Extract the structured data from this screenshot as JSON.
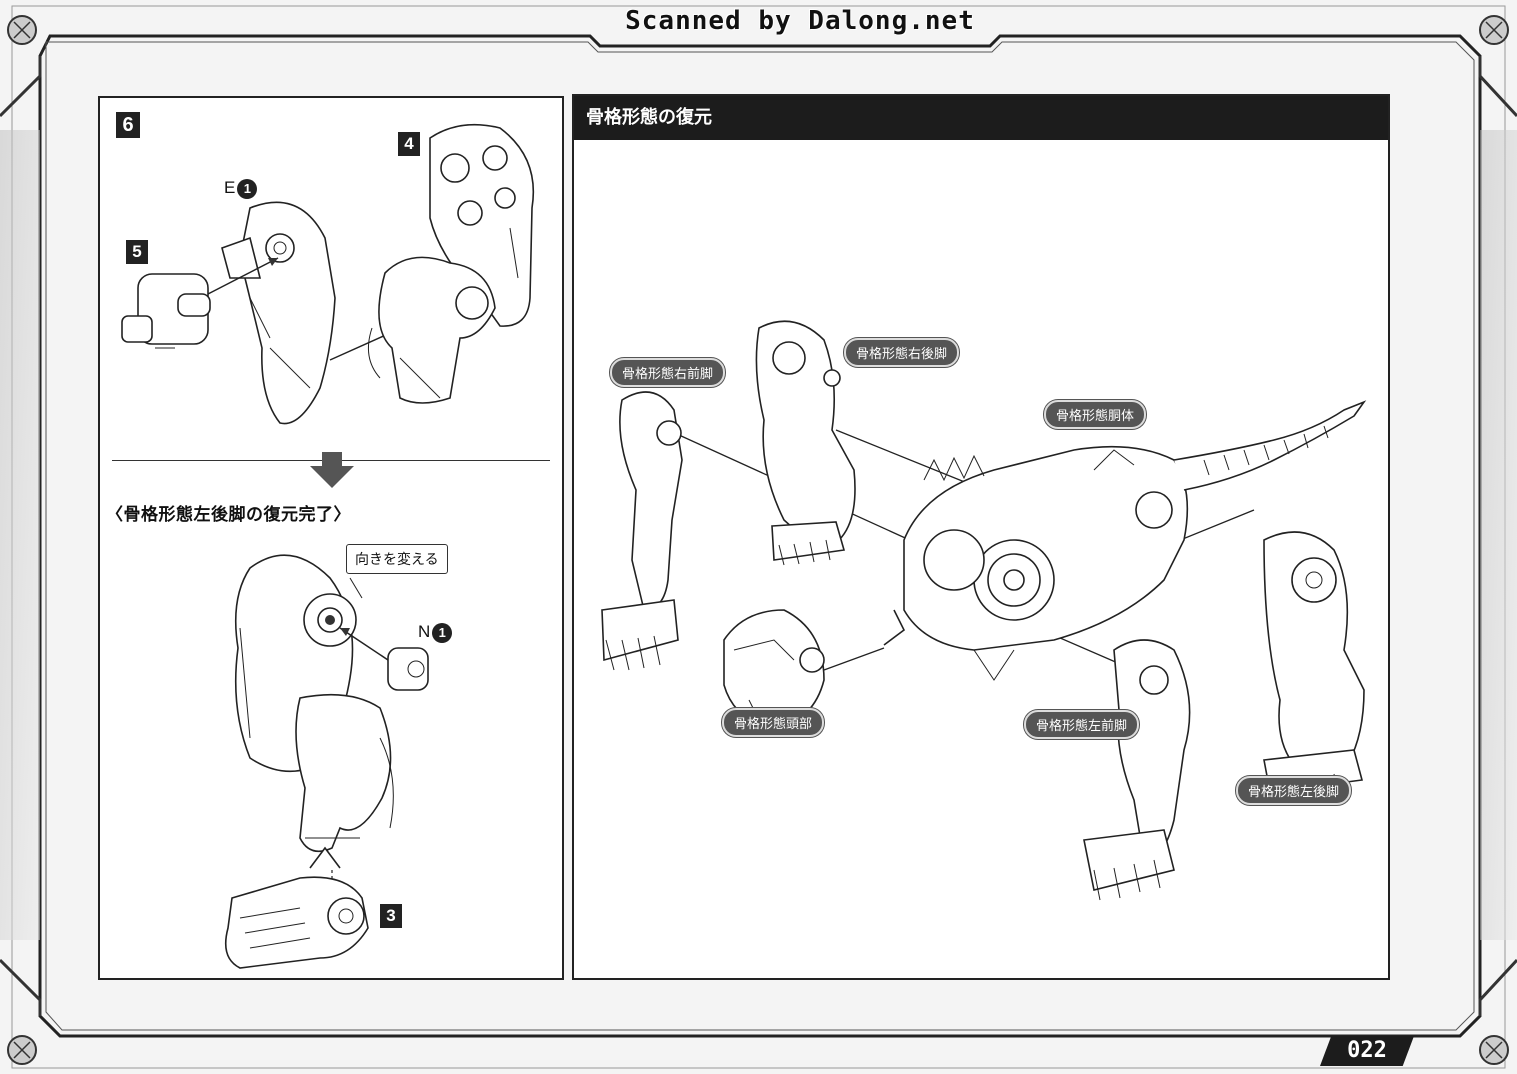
{
  "watermark": "Scanned by Dalong.net",
  "page_number": "022",
  "left": {
    "step": "6",
    "part_numbers": {
      "p4": "4",
      "p5": "5",
      "p3": "3"
    },
    "part_e_letter": "E",
    "part_e_num": "1",
    "part_n_letter": "N",
    "part_n_num": "1",
    "complete_title": "〈骨格形態左後脚の復元完了〉",
    "callout": "向きを変える"
  },
  "right": {
    "header": "骨格形態の復元",
    "labels": {
      "right_front_leg": "骨格形態右前脚",
      "right_hind_leg": "骨格形態右後脚",
      "body": "骨格形態胴体",
      "head": "骨格形態頭部",
      "left_front_leg": "骨格形態左前脚",
      "left_hind_leg": "骨格形態左後脚"
    }
  }
}
